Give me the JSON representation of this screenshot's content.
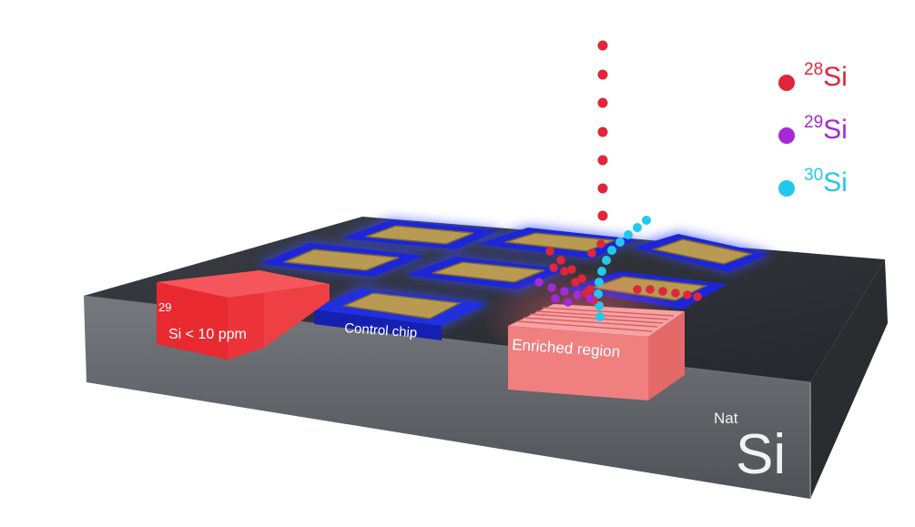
{
  "labels": {
    "depleted_mass": "29",
    "depleted_text": "Si < 10 ppm",
    "control_chip": "Control chip",
    "enriched_region": "Enriched region",
    "substrate_mass": "Nat",
    "substrate_element": "Si"
  },
  "legend": [
    {
      "mass": "28",
      "element": "Si",
      "color": "#e0263a"
    },
    {
      "mass": "29",
      "element": "Si",
      "color": "#a32ad6"
    },
    {
      "mass": "30",
      "element": "Si",
      "color": "#23c8ec"
    }
  ],
  "colors": {
    "substrate_top": "#2e3137",
    "substrate_front": "#55585c",
    "chip_blue": "#1f2ce8",
    "pad_gold": "#b89a52",
    "depleted_red": "#ee2f36",
    "enriched_pink": "#f08a8a"
  }
}
